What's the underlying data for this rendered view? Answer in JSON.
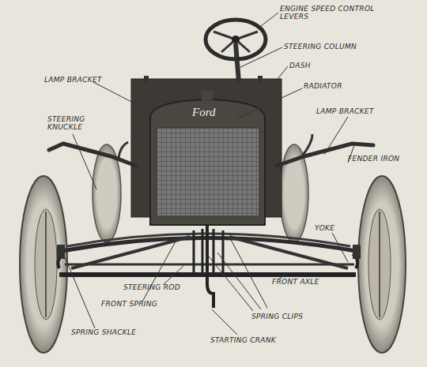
{
  "diagram": {
    "labels": [
      "ENGINE SPEED CONTROL LEVERS",
      "STEERING COLUMN",
      "DASH",
      "LAMP BRACKET",
      "RADIATOR",
      "LAMP BRACKET",
      "STEERING KNUCKLE",
      "FENDER IRON",
      "YOKE",
      "FRONT AXLE",
      "STEERING ROD",
      "FRONT SPRING",
      "SPRING CLIPS",
      "SPRING SHACKLE",
      "STARTING CRANK",
      "Ford"
    ]
  }
}
